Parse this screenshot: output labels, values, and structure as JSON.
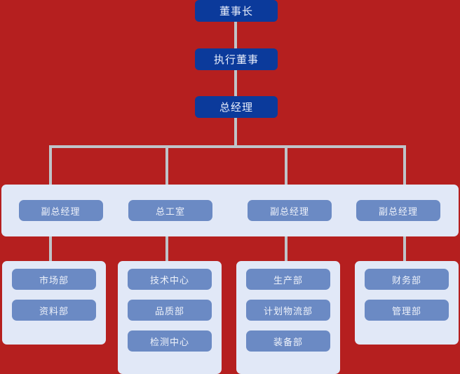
{
  "diagram": {
    "title": "organization-chart",
    "background_color": "#b51f1f",
    "executive_box_color": "#0b3a9b",
    "panel_color": "#e1e8f7",
    "pill_color": "#6b8ac4",
    "connector_color": "#bfc4c9"
  },
  "executives": [
    {
      "label": "董事长"
    },
    {
      "label": "执行董事"
    },
    {
      "label": "总经理"
    }
  ],
  "managers": [
    {
      "label": "副总经理"
    },
    {
      "label": "总工室"
    },
    {
      "label": "副总经理"
    },
    {
      "label": "副总经理"
    }
  ],
  "departments": [
    {
      "items": [
        {
          "label": "市场部"
        },
        {
          "label": "资料部"
        }
      ]
    },
    {
      "items": [
        {
          "label": "技术中心"
        },
        {
          "label": "品质部"
        },
        {
          "label": "检测中心"
        }
      ]
    },
    {
      "items": [
        {
          "label": "生产部"
        },
        {
          "label": "计划物流部"
        },
        {
          "label": "装备部"
        }
      ]
    },
    {
      "items": [
        {
          "label": "财务部"
        },
        {
          "label": "管理部"
        }
      ]
    }
  ]
}
